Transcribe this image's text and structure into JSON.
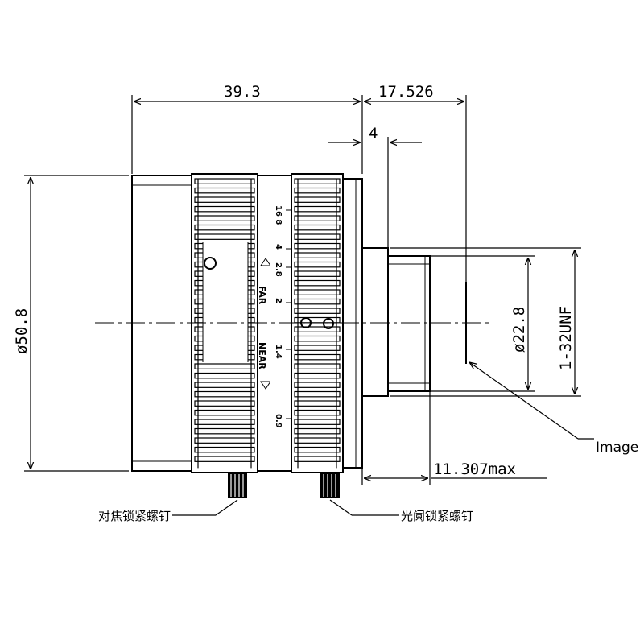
{
  "dimensions": {
    "total_length": "39.3",
    "back_focal": "17.526",
    "mount_depth": "4",
    "diameter_body": "ø50.8",
    "diameter_mount": "ø22.8",
    "thread": "1-32UNF",
    "protrusion_max": "11.307max"
  },
  "callouts": {
    "image": "Image",
    "focus_screw": "对焦锁紧螺钉",
    "iris_screw": "光阑锁紧螺钉"
  },
  "focus_scale": {
    "far": "FAR",
    "near": "NEAR"
  },
  "iris_scale": {
    "values": [
      "16",
      "8",
      "4",
      "2.8",
      "2",
      "1.4",
      "0.9"
    ]
  }
}
